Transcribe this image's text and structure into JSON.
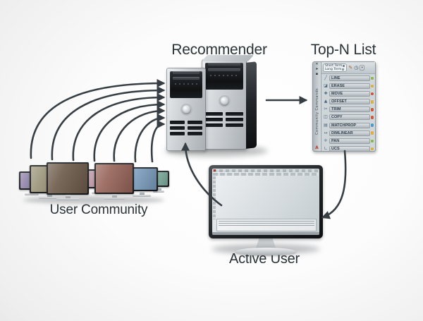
{
  "labels": {
    "recommender": "Recommender",
    "top_n": "Top-N List",
    "user_community": "User Community",
    "active_user": "Active User"
  },
  "colors": {
    "arrow": "#363e43",
    "label_text": "#2a3337",
    "dot_green": "#8bc53f",
    "dot_yellow": "#ecb73a",
    "dot_red": "#d9583b",
    "dot_blue": "#4aa0d8"
  },
  "top_n_panel": {
    "sidebar_title": "Community Commands",
    "close_icon": "✕",
    "pin_icon": "➤",
    "prop_icon": "▪",
    "logo_letter": "A",
    "term_options": [
      {
        "label": "Short Term",
        "selected": true
      },
      {
        "label": "Long Term",
        "selected": false
      }
    ],
    "toolbar_icons": [
      {
        "name": "edit-icon",
        "glyph": "✎"
      },
      {
        "name": "clock-icon",
        "glyph": "◷"
      },
      {
        "name": "dropdown-icon",
        "glyph": "▾"
      }
    ],
    "commands": [
      {
        "label": "LINE",
        "glyph": "╱",
        "dot": "#8bc53f"
      },
      {
        "label": "ERASE",
        "glyph": "◪",
        "dot": "#ecb73a"
      },
      {
        "label": "MOVE",
        "glyph": "✚",
        "dot": "#d9583b"
      },
      {
        "label": "OFFSET",
        "glyph": "▲",
        "dot": "#ecb73a"
      },
      {
        "label": "TRIM",
        "glyph": "✂",
        "dot": "#d9583b"
      },
      {
        "label": "COPY",
        "glyph": "◫",
        "dot": "#d9583b"
      },
      {
        "label": "MATCHPROP",
        "glyph": "▤",
        "dot": "#4aa0d8"
      },
      {
        "label": "DIMLINEAR",
        "glyph": "↔",
        "dot": "#ecb73a"
      },
      {
        "label": "PAN",
        "glyph": "✛",
        "dot": "#8bc53f"
      },
      {
        "label": "UCS",
        "glyph": "∟",
        "dot": "#ecb73a"
      }
    ]
  },
  "community": {
    "monitors": [
      {
        "screen": "#9083a8"
      },
      {
        "screen": "#999378"
      },
      {
        "screen": "#6e5c4c"
      },
      {
        "screen": "#b795a0"
      },
      {
        "screen": "#97655a"
      },
      {
        "screen": "#7b9dbd"
      },
      {
        "screen": "#7fae9e"
      }
    ]
  }
}
